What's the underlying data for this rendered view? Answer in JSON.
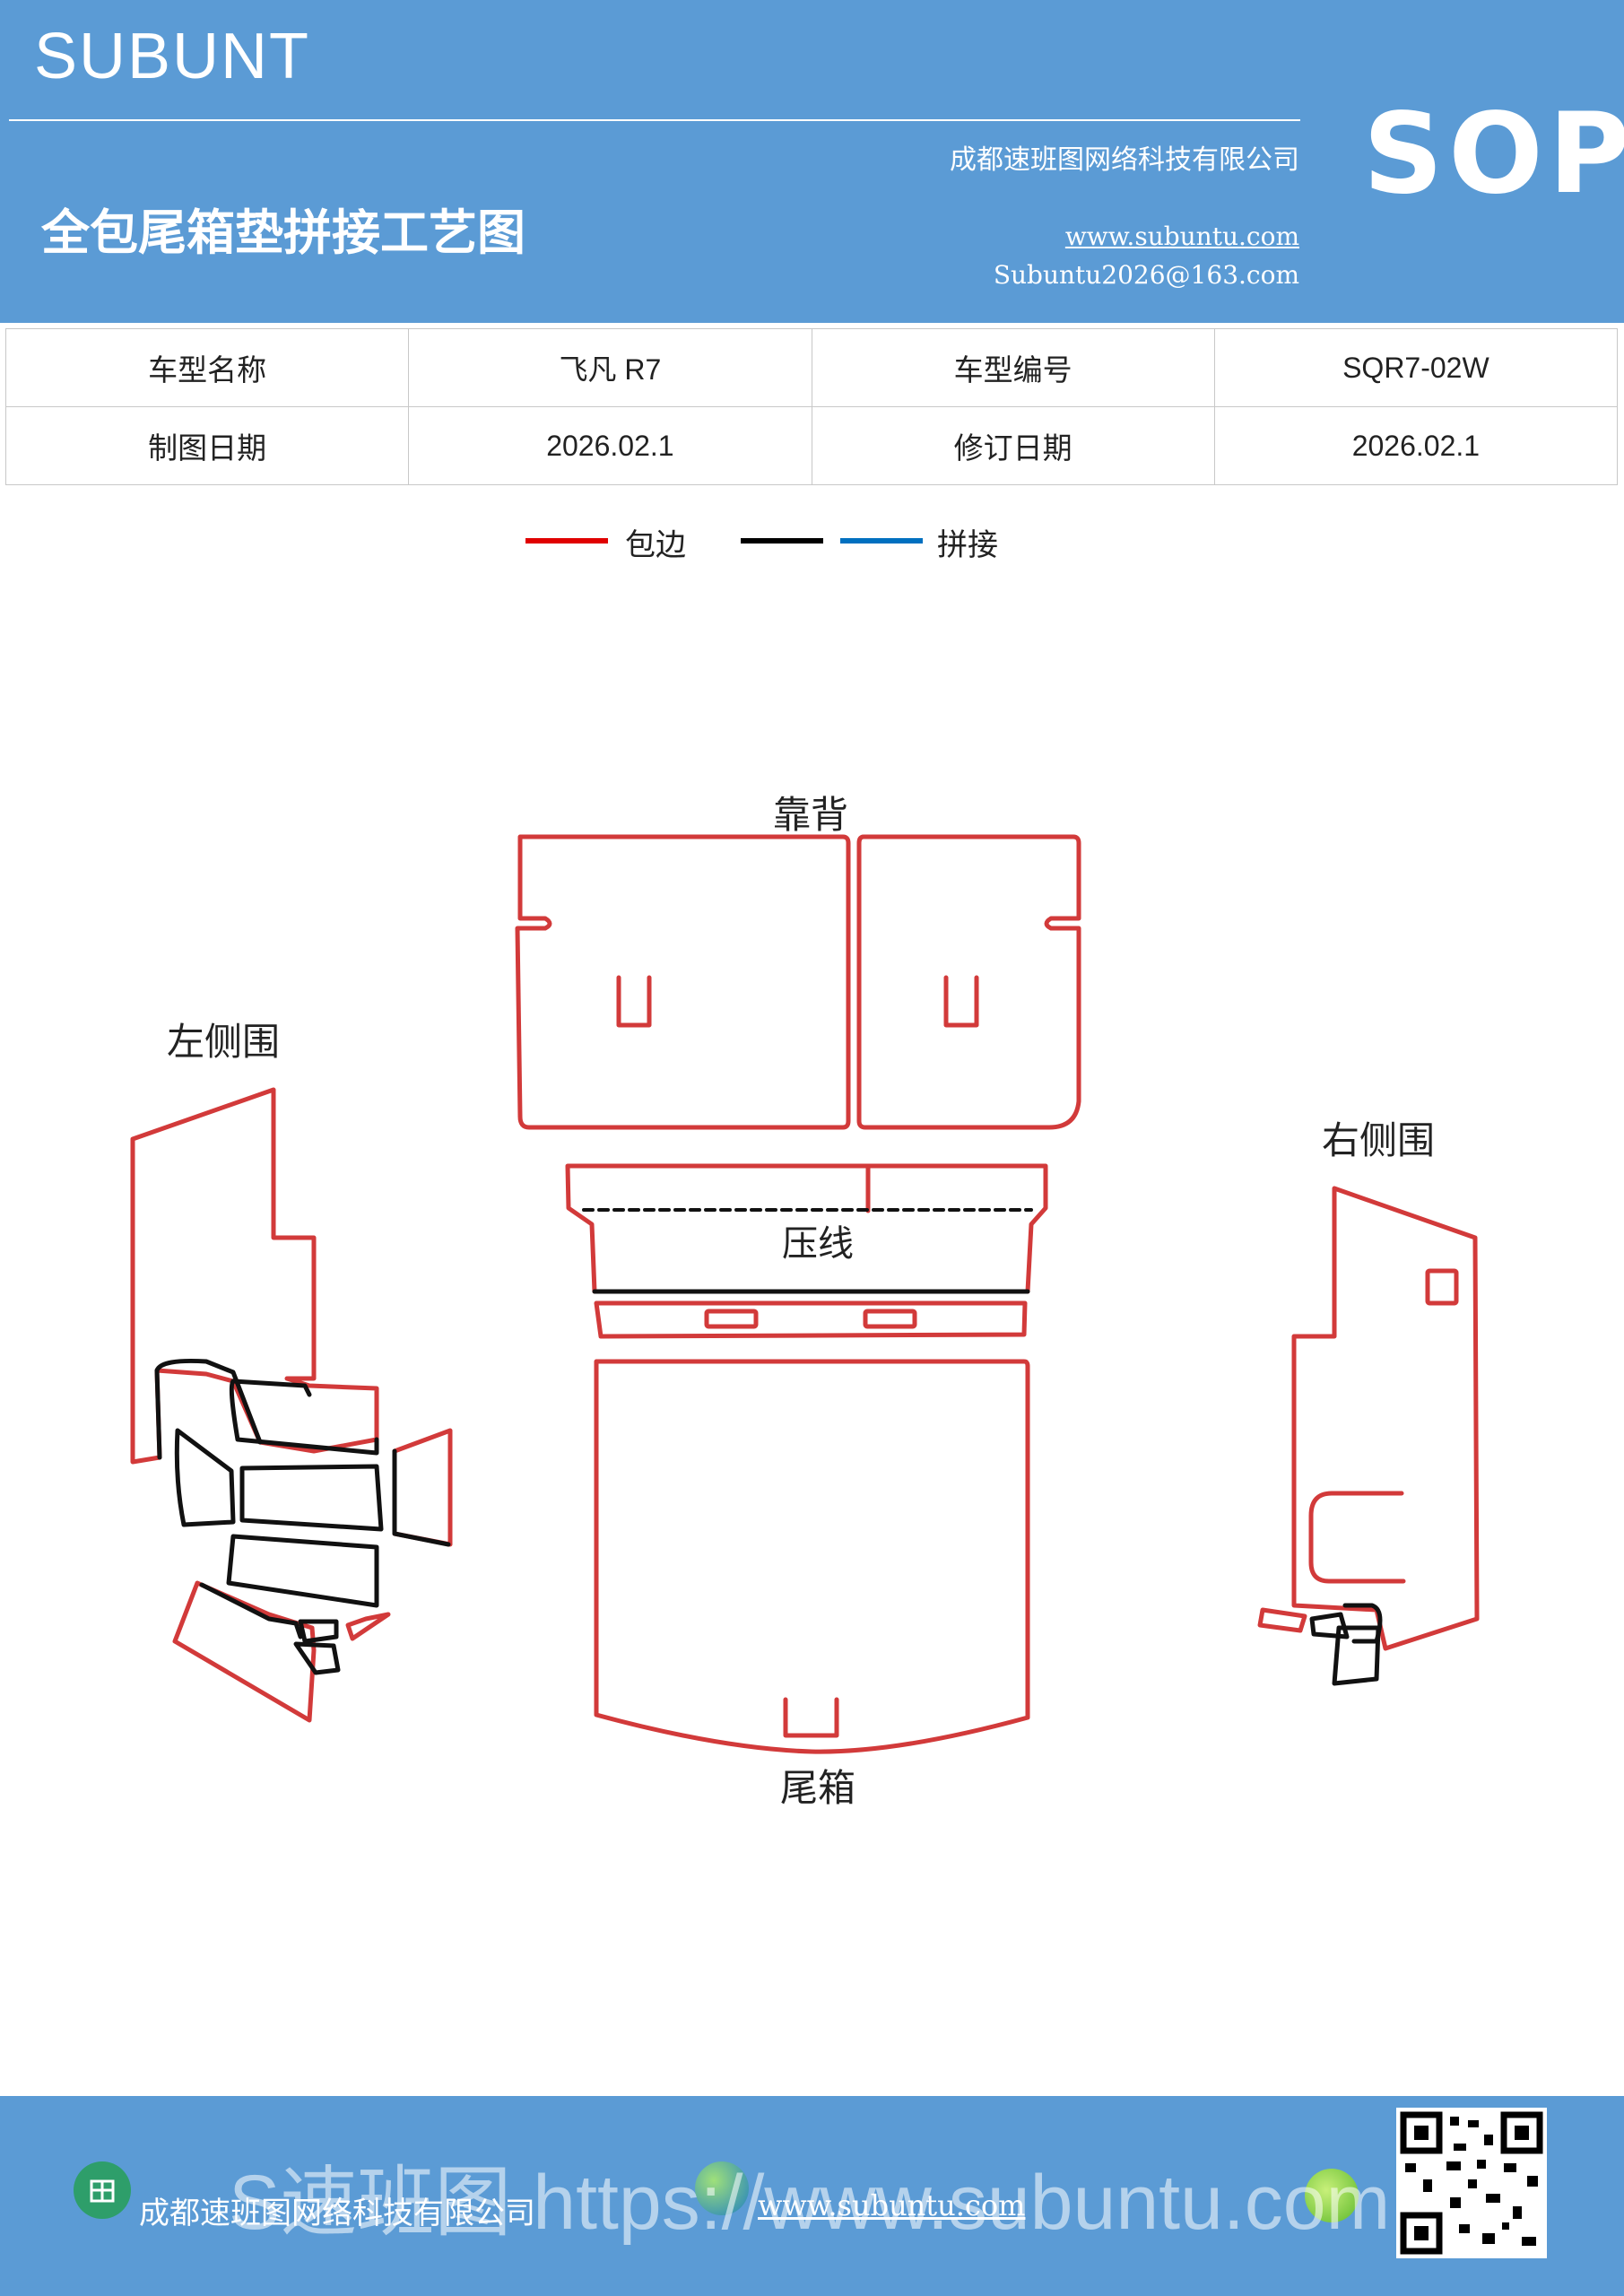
{
  "header": {
    "brand": "SUBUNT",
    "title": "全包尾箱垫拼接工艺图",
    "company": "成都速班图网络科技有限公司",
    "website": "www.subuntu.com",
    "email": "Subuntu2026@163.com",
    "doc_type": "SOP"
  },
  "info_table": {
    "rows": [
      [
        "车型名称",
        "飞凡 R7",
        "车型编号",
        "SQR7-02W"
      ],
      [
        "制图日期",
        "2026.02.1",
        "修订日期",
        "2026.02.1"
      ]
    ]
  },
  "legend": {
    "items": [
      {
        "label": "包边",
        "color": "#e00000"
      },
      {
        "label": "",
        "color": "#000000"
      },
      {
        "label": "拼接",
        "color": "#0070c0"
      }
    ]
  },
  "drawing": {
    "labels": {
      "backrest": "靠背",
      "left_side": "左侧围",
      "right_side": "右侧围",
      "crease": "压线",
      "trunk": "尾箱"
    },
    "colors": {
      "edge": "#d23a3a",
      "splice": "#111111"
    }
  },
  "footer": {
    "company": "成都速班图网络科技有限公司",
    "website": "www.subuntu.com",
    "watermark": "S速班图  https://www.subuntu.com"
  }
}
